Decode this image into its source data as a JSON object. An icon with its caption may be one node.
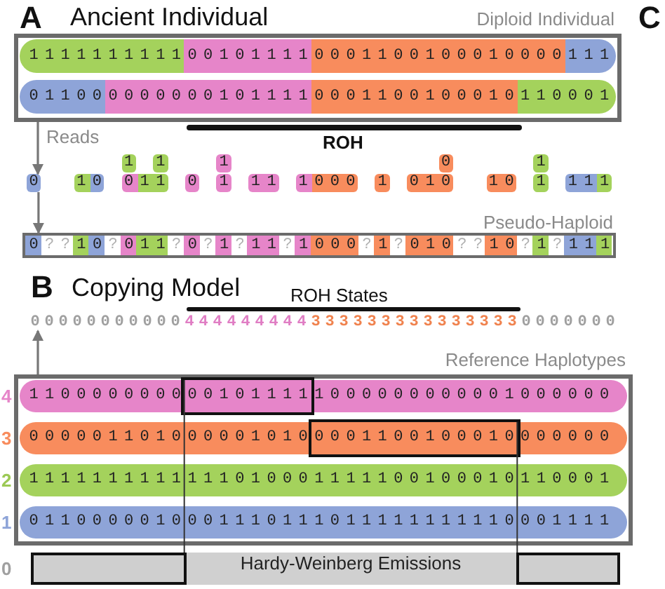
{
  "diagram": {
    "nodes": [
      {
        "text": [
          "Diploid Individual"
        ]
      },
      {
        "text": [
          "1111111111",
          "00101111",
          "0001100100010000",
          "111"
        ],
        "in": 0
      },
      {
        "text": [
          "01100",
          "0000000101111",
          "0001100100010",
          "110001"
        ],
        "in": 0
      },
      {
        "text": [
          "Pseudo-Haploid",
          "0??10?011?0?1?11?1000?1?010??10?1?111"
        ]
      },
      {
        "text": [
          "Reference Haplotypes"
        ]
      },
      {
        "text": [
          "1100000000",
          "00101111",
          "1000000000001000000"
        ],
        "in": 4
      },
      {
        "text": [
          "0000011010",
          "00001010",
          "0001100100010",
          "000000"
        ],
        "in": 4
      },
      {
        "text": [
          "1111111111111010001111100100010110001"
        ],
        "in": 4
      },
      {
        "text": [
          "0110000010001110111011111111110001111"
        ],
        "in": 4
      },
      {
        "text": [
          "Hardy-Weinberg Emissions"
        ]
      },
      {
        "text": [],
        "shape": "box",
        "in": 9
      },
      {
        "text": [],
        "shape": "box",
        "in": 9
      },
      {
        "text": [
          "1"
        ]
      },
      {
        "text": [
          "1"
        ]
      },
      {
        "text": [
          "1"
        ]
      },
      {
        "text": [
          "0"
        ]
      },
      {
        "text": [
          "1"
        ]
      },
      {
        "text": [
          "0"
        ]
      },
      {
        "text": [
          "10"
        ]
      },
      {
        "text": [
          "011"
        ]
      },
      {
        "text": [
          "0"
        ]
      },
      {
        "text": [
          "1"
        ]
      },
      {
        "text": [
          "11"
        ]
      },
      {
        "text": [
          "1000"
        ]
      },
      {
        "text": [
          "1"
        ]
      },
      {
        "text": [
          "010"
        ]
      },
      {
        "text": [
          "10"
        ]
      },
      {
        "text": [
          "1"
        ]
      },
      {
        "text": [
          "111"
        ]
      },
      {
        "text": [
          "00000000000"
        ]
      }
    ],
    "edges": [
      {
        "from": 0,
        "to": 17,
        "arrow": "to",
        "label": "Reads"
      },
      {
        "from": 17,
        "to": 3,
        "arrow": "to"
      },
      {
        "from": 4,
        "to": 29,
        "arrow": "to"
      }
    ],
    "labels": [
      "A",
      "Ancient Individual",
      "C",
      "ROH",
      "B",
      "Copying Model",
      "ROH States",
      "444444444",
      "333333333333333",
      "0000000",
      "4",
      "3",
      "2",
      "1",
      "0"
    ]
  }
}
